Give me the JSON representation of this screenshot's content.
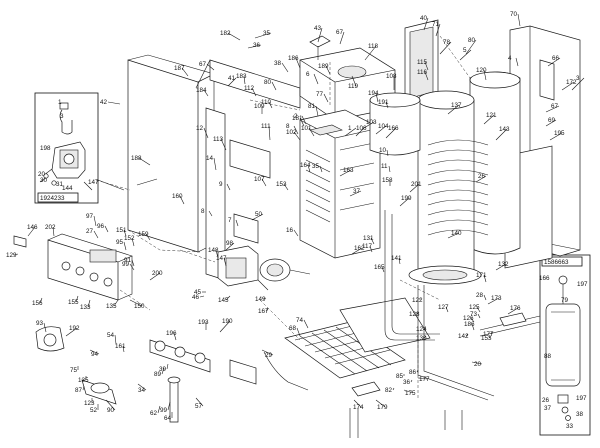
{
  "diagram": {
    "inset_left": {
      "code": "1924233",
      "labels": [
        "1",
        "3",
        "198",
        "30",
        "144",
        "147",
        "20",
        "31"
      ]
    },
    "inset_right": {
      "code": "1586663",
      "labels": [
        "166",
        "197",
        "79",
        "88",
        "26",
        "37",
        "197",
        "38",
        "33"
      ]
    },
    "callouts": [
      {
        "t": "182"
      },
      {
        "t": "35"
      },
      {
        "t": "36"
      },
      {
        "t": "67"
      },
      {
        "t": "183"
      },
      {
        "t": "38"
      },
      {
        "t": "187"
      },
      {
        "t": "41"
      },
      {
        "t": "42"
      },
      {
        "t": "184"
      },
      {
        "t": "112"
      },
      {
        "t": "110"
      },
      {
        "t": "109"
      },
      {
        "t": "186"
      },
      {
        "t": "80"
      },
      {
        "t": "111"
      },
      {
        "t": "113"
      },
      {
        "t": "188"
      },
      {
        "t": "14"
      },
      {
        "t": "12"
      },
      {
        "t": "43"
      },
      {
        "t": "67"
      },
      {
        "t": "118"
      },
      {
        "t": "81"
      },
      {
        "t": "2"
      },
      {
        "t": "77"
      },
      {
        "t": "119"
      },
      {
        "t": "6"
      },
      {
        "t": "189"
      },
      {
        "t": "108"
      },
      {
        "t": "194"
      },
      {
        "t": "191"
      },
      {
        "t": "181"
      },
      {
        "t": "102"
      },
      {
        "t": "8"
      },
      {
        "t": "101"
      },
      {
        "t": "1"
      },
      {
        "t": "106"
      },
      {
        "t": "103"
      },
      {
        "t": "104"
      },
      {
        "t": "40"
      },
      {
        "t": "71"
      },
      {
        "t": "78"
      },
      {
        "t": "80"
      },
      {
        "t": "115"
      },
      {
        "t": "116"
      },
      {
        "t": "5"
      },
      {
        "t": "120"
      },
      {
        "t": "137"
      },
      {
        "t": "121"
      },
      {
        "t": "143"
      },
      {
        "t": "166"
      },
      {
        "t": "195"
      },
      {
        "t": "70"
      },
      {
        "t": "4"
      },
      {
        "t": "66"
      },
      {
        "t": "172"
      },
      {
        "t": "3"
      },
      {
        "t": "67"
      },
      {
        "t": "69"
      },
      {
        "t": "9"
      },
      {
        "t": "107"
      },
      {
        "t": "8"
      },
      {
        "t": "153"
      },
      {
        "t": "163"
      },
      {
        "t": "164"
      },
      {
        "t": "35"
      },
      {
        "t": "37"
      },
      {
        "t": "50"
      },
      {
        "t": "7"
      },
      {
        "t": "16"
      },
      {
        "t": "199"
      },
      {
        "t": "201"
      },
      {
        "t": "160"
      },
      {
        "t": "97"
      },
      {
        "t": "27"
      },
      {
        "t": "96"
      },
      {
        "t": "151"
      },
      {
        "t": "152"
      },
      {
        "t": "146"
      },
      {
        "t": "202"
      },
      {
        "t": "129"
      },
      {
        "t": "159"
      },
      {
        "t": "95"
      },
      {
        "t": "91"
      },
      {
        "t": "200"
      },
      {
        "t": "155"
      },
      {
        "t": "133"
      },
      {
        "t": "156"
      },
      {
        "t": "150"
      },
      {
        "t": "99"
      },
      {
        "t": "135"
      },
      {
        "t": "98"
      },
      {
        "t": "148"
      },
      {
        "t": "147"
      },
      {
        "t": "145"
      },
      {
        "t": "167"
      },
      {
        "t": "149"
      },
      {
        "t": "46"
      },
      {
        "t": "45"
      },
      {
        "t": "162"
      },
      {
        "t": "117"
      },
      {
        "t": "131"
      },
      {
        "t": "132"
      },
      {
        "t": "171"
      },
      {
        "t": "28"
      },
      {
        "t": "125"
      },
      {
        "t": "126"
      },
      {
        "t": "176"
      },
      {
        "t": "73"
      },
      {
        "t": "127"
      },
      {
        "t": "173"
      },
      {
        "t": "186"
      },
      {
        "t": "177"
      },
      {
        "t": "142"
      },
      {
        "t": "153"
      },
      {
        "t": "93"
      },
      {
        "t": "192"
      },
      {
        "t": "94"
      },
      {
        "t": "75"
      },
      {
        "t": "135"
      },
      {
        "t": "87"
      },
      {
        "t": "123"
      },
      {
        "t": "52"
      },
      {
        "t": "90"
      },
      {
        "t": "34"
      },
      {
        "t": "54"
      },
      {
        "t": "161"
      },
      {
        "t": "196"
      },
      {
        "t": "190"
      },
      {
        "t": "193"
      },
      {
        "t": "89"
      },
      {
        "t": "99"
      },
      {
        "t": "57"
      },
      {
        "t": "62"
      },
      {
        "t": "64"
      },
      {
        "t": "39"
      },
      {
        "t": "29"
      },
      {
        "t": "68"
      },
      {
        "t": "74"
      },
      {
        "t": "174"
      },
      {
        "t": "179"
      },
      {
        "t": "175"
      },
      {
        "t": "20"
      },
      {
        "t": "36"
      },
      {
        "t": "177"
      },
      {
        "t": "82"
      },
      {
        "t": "85"
      },
      {
        "t": "86"
      },
      {
        "t": "122"
      },
      {
        "t": "128"
      },
      {
        "t": "124"
      },
      {
        "t": "130"
      },
      {
        "t": "141"
      },
      {
        "t": "165"
      },
      {
        "t": "158"
      },
      {
        "t": "140"
      },
      {
        "t": "26"
      },
      {
        "t": "10"
      },
      {
        "t": "11"
      }
    ]
  }
}
